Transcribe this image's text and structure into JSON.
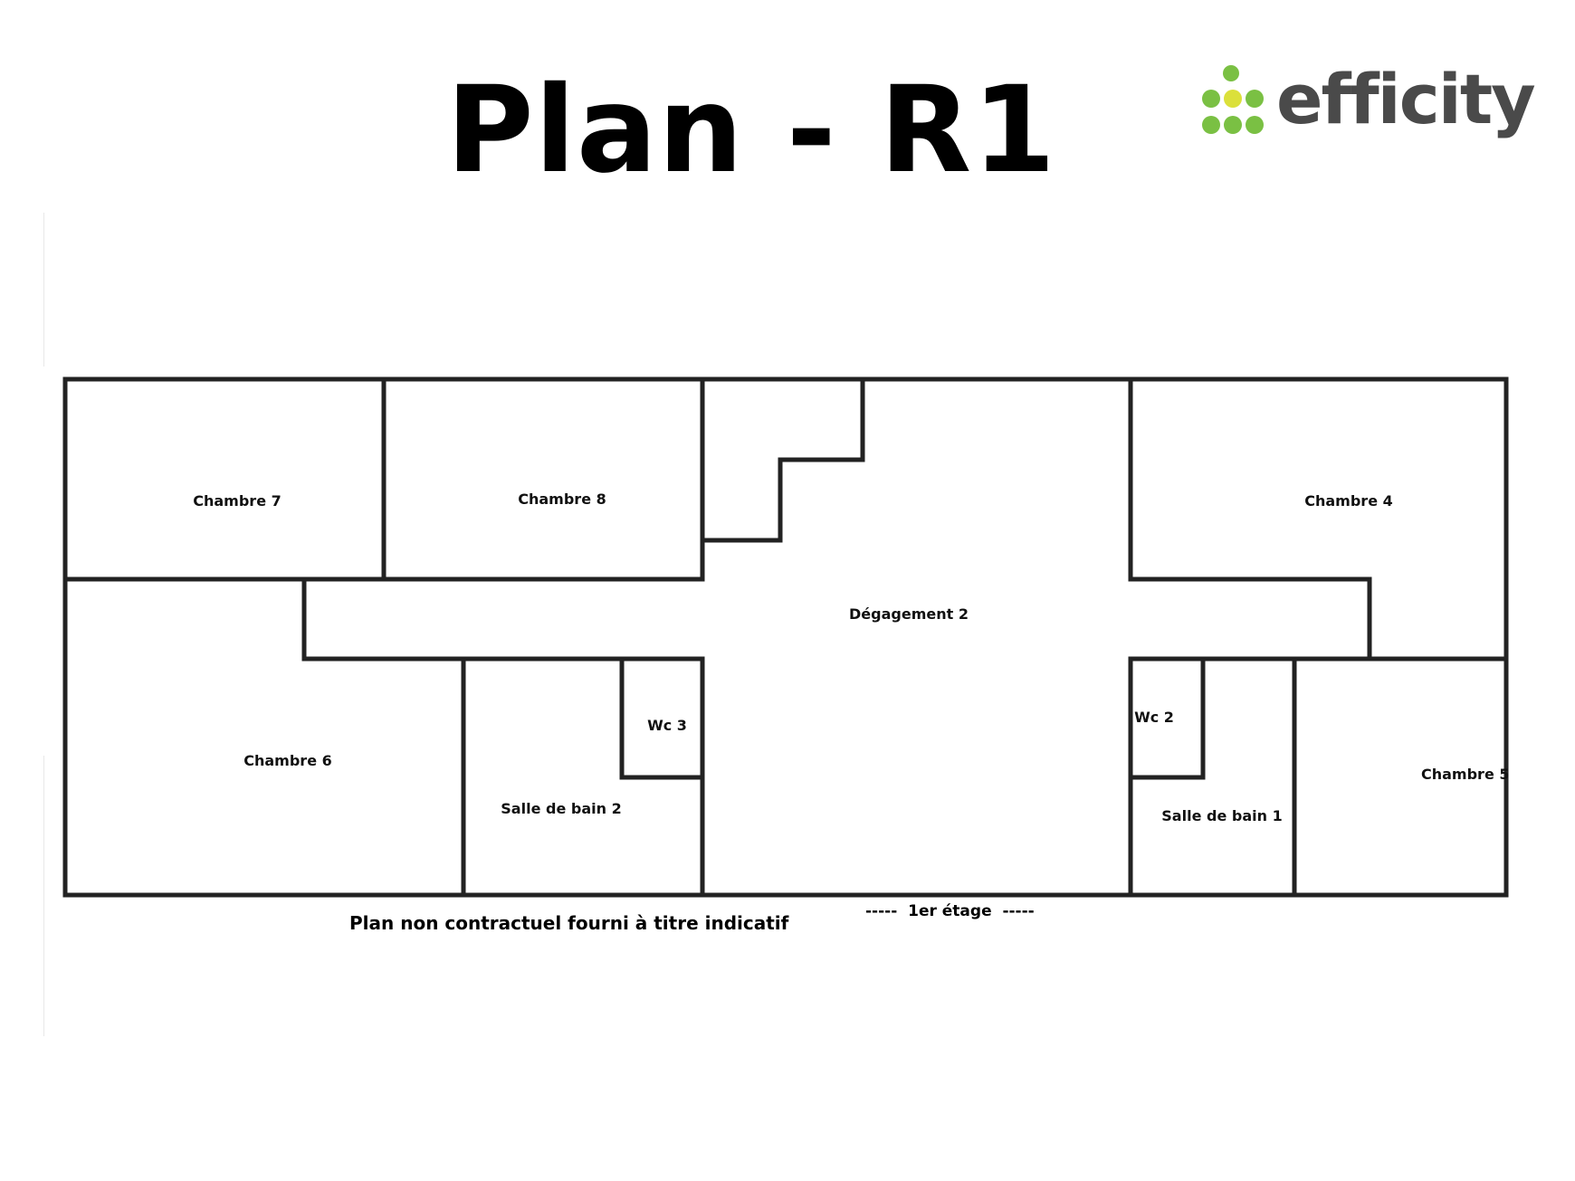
{
  "title": "Plan - R1",
  "logo": {
    "text": "efficity",
    "dot_color": "#7ac043",
    "dot_accent_color": "#dbe03a",
    "text_color": "#4a4a4a"
  },
  "rooms": {
    "chambre_7": "Chambre 7",
    "chambre_8": "Chambre 8",
    "chambre_4": "Chambre 4",
    "degagement_2": "Dégagement 2",
    "chambre_6": "Chambre 6",
    "wc_3": "Wc 3",
    "salle_de_bain_2": "Salle de bain 2",
    "wc_2": "Wc 2",
    "salle_de_bain_1": "Salle de bain 1",
    "chambre_5": "Chambre 5"
  },
  "disclaimer": "Plan non contractuel fourni à titre indicatif",
  "floor_label": "-----  1er étage  -----",
  "wall_color": "#222222"
}
